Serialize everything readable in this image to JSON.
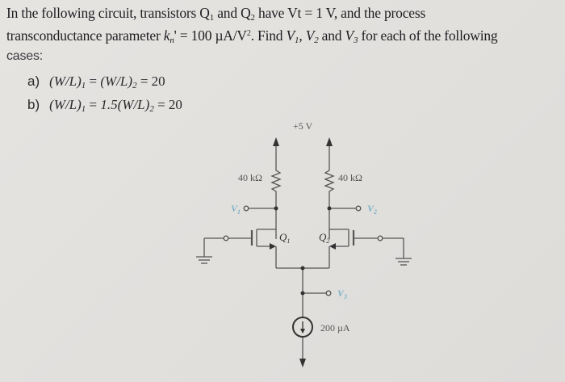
{
  "problem": {
    "line1": {
      "pre": "In the following circuit, transistors Q",
      "sub1": "1",
      "mid": " and Q",
      "sub2": "2",
      "post": " have Vt = 1 V, and the process"
    },
    "line2": {
      "pre": "transconductance parameter ",
      "k": "k",
      "ksub": "n",
      "eq": "' = 100 µA/V",
      "sup": "2",
      "find": ". Find ",
      "v1": "V",
      "v1sub": "1",
      "comma": ", ",
      "v2": "V",
      "v2sub": "2",
      "and": " and ",
      "v3": "V",
      "v3sub": "3",
      "tail": " for each of the following"
    },
    "line3": "cases:"
  },
  "cases": [
    {
      "label": "a)",
      "expr1": "(W/L)",
      "sub1": "1",
      "eq1": " = ",
      "expr2": "(W/L)",
      "sub2": "2",
      "eq2": " = 20"
    },
    {
      "label": "b)",
      "expr1": "(W/L)",
      "sub1": "1",
      "eq1": " = ",
      "expr2": "1.5(W/L)",
      "sub2": "2",
      "eq2": " = 20"
    }
  ],
  "circuit": {
    "supply": "+5 V",
    "r1": "40 kΩ",
    "r2": "40 kΩ",
    "q1": "Q",
    "q1sub": "1",
    "q2": "Q",
    "q2sub": "2",
    "v1": "V",
    "v1sub": "1",
    "v2": "V",
    "v2sub": "2",
    "v3": "V",
    "v3sub": "3",
    "current": "200 µA"
  }
}
